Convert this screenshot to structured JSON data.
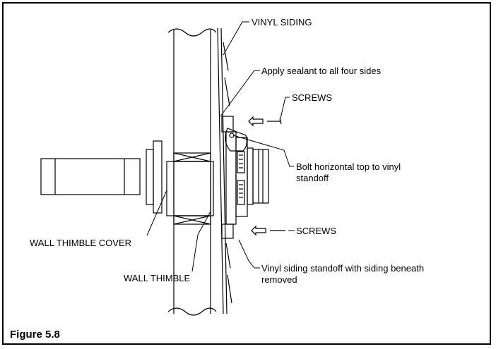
{
  "labels": {
    "vinyl_siding": "VINYL SIDING",
    "sealant": "Apply sealant to all four sides",
    "screws_top": "SCREWS",
    "bolt_line1": "Bolt horizontal top to vinyl",
    "bolt_line2": "standoff",
    "screws_bottom": "SCREWS",
    "wall_thimble_cover": "WALL THIMBLE COVER",
    "wall_thimble": "WALL THIMBLE",
    "standoff_line1": "Vinyl siding standoff with siding beneath",
    "standoff_line2": "removed"
  },
  "caption": "Figure 5.8"
}
